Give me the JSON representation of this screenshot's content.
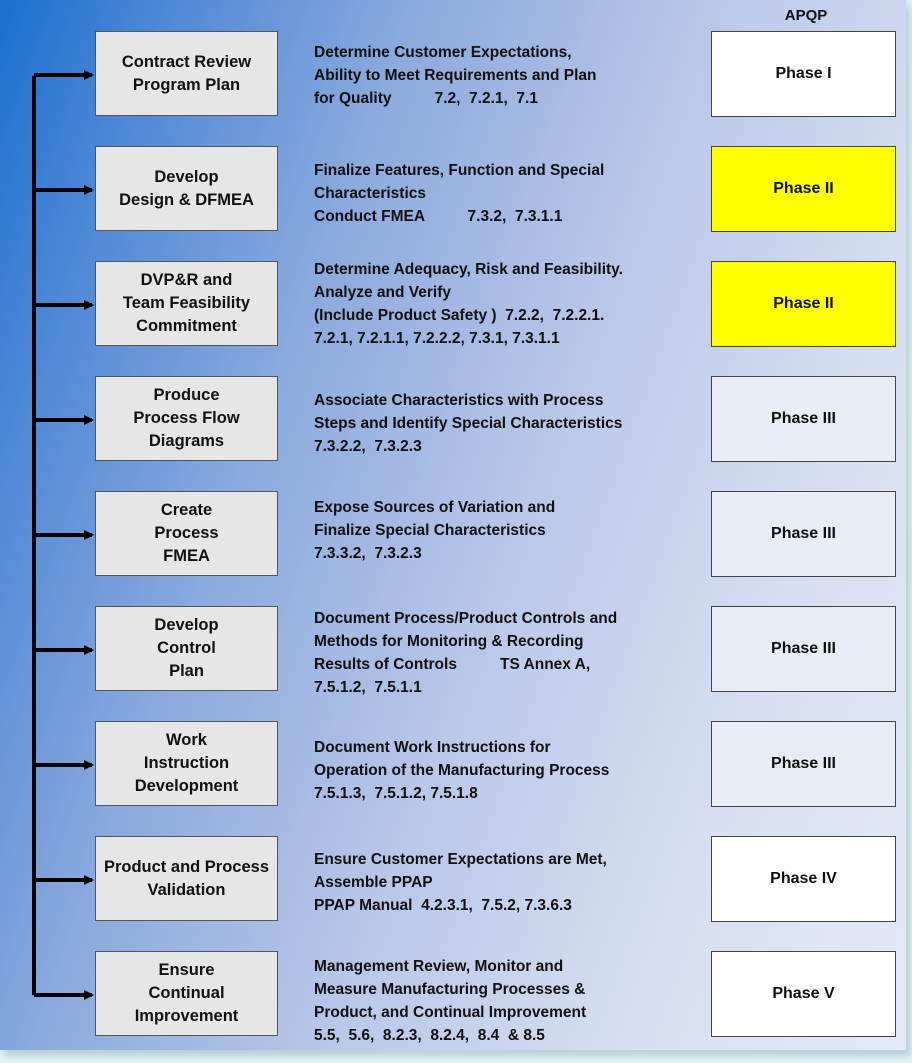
{
  "colors": {
    "box_gray": "#e6e6e6",
    "phase_white": "#ffffff",
    "phase_yellow": "#ffff00",
    "phase_light": "#e8ecf6",
    "line": "#000000"
  },
  "header": {
    "apqp": "APQP"
  },
  "steps": [
    {
      "label": "Contract Review\nProgram Plan",
      "desc": "Determine Customer Expectations,\nAbility to Meet Requirements and Plan\nfor Quality          7.2,  7.2.1,  7.1",
      "phase": "Phase I",
      "phase_color": "#ffffff"
    },
    {
      "label": "Develop\nDesign & DFMEA",
      "desc": "Finalize Features, Function and Special\nCharacteristics\nConduct FMEA          7.3.2,  7.3.1.1",
      "phase": "Phase II",
      "phase_color": "#ffff00"
    },
    {
      "label": "DVP&R and\nTeam Feasibility\nCommitment",
      "desc": "Determine Adequacy, Risk and Feasibility.\nAnalyze and Verify\n(Include Product Safety )  7.2.2,  7.2.2.1.\n7.2.1, 7.2.1.1, 7.2.2.2, 7.3.1, 7.3.1.1",
      "phase": "Phase II",
      "phase_color": "#ffff00"
    },
    {
      "label": "Produce\nProcess Flow\nDiagrams",
      "desc": "Associate Characteristics with Process\nSteps and Identify Special Characteristics\n7.3.2.2,  7.3.2.3",
      "phase": "Phase III",
      "phase_color": "#e8ecf6"
    },
    {
      "label": "Create\nProcess\nFMEA",
      "desc": "Expose Sources of Variation and\nFinalize Special Characteristics\n7.3.3.2,  7.3.2.3",
      "phase": "Phase III",
      "phase_color": "#e8ecf6"
    },
    {
      "label": "Develop\nControl\nPlan",
      "desc": "Document Process/Product Controls and\nMethods for Monitoring & Recording\nResults of Controls          TS Annex A,\n7.5.1.2,  7.5.1.1",
      "phase": "Phase III",
      "phase_color": "#e8ecf6"
    },
    {
      "label": "Work\nInstruction\nDevelopment",
      "desc": "Document Work Instructions for\nOperation of the Manufacturing Process\n7.5.1.3,  7.5.1.2, 7.5.1.8",
      "phase": "Phase III",
      "phase_color": "#e8ecf6"
    },
    {
      "label": "Product and Process\nValidation",
      "desc": "Ensure Customer Expectations are Met,\nAssemble PPAP\nPPAP Manual  4.2.3.1,  7.5.2, 7.3.6.3",
      "phase": "Phase IV",
      "phase_color": "#ffffff"
    },
    {
      "label": "Ensure\nContinual\nImprovement",
      "desc": "Management Review, Monitor and\nMeasure Manufacturing Processes &\nProduct, and Continual Improvement\n5.5,  5.6,  8.2.3,  8.2.4,  8.4  & 8.5",
      "phase": "Phase V",
      "phase_color": "#ffffff"
    }
  ]
}
